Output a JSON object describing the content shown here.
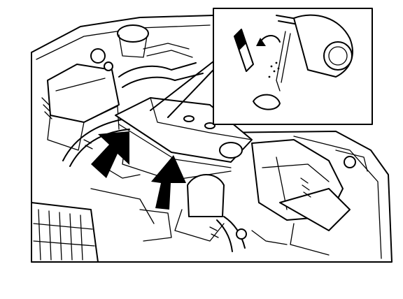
{
  "figure": {
    "caption": "",
    "icons": [
      "engine-bay-illustration",
      "pointer-arrow",
      "inset-detail"
    ]
  },
  "colors": {
    "ink": "#000000",
    "paper": "#ffffff"
  }
}
